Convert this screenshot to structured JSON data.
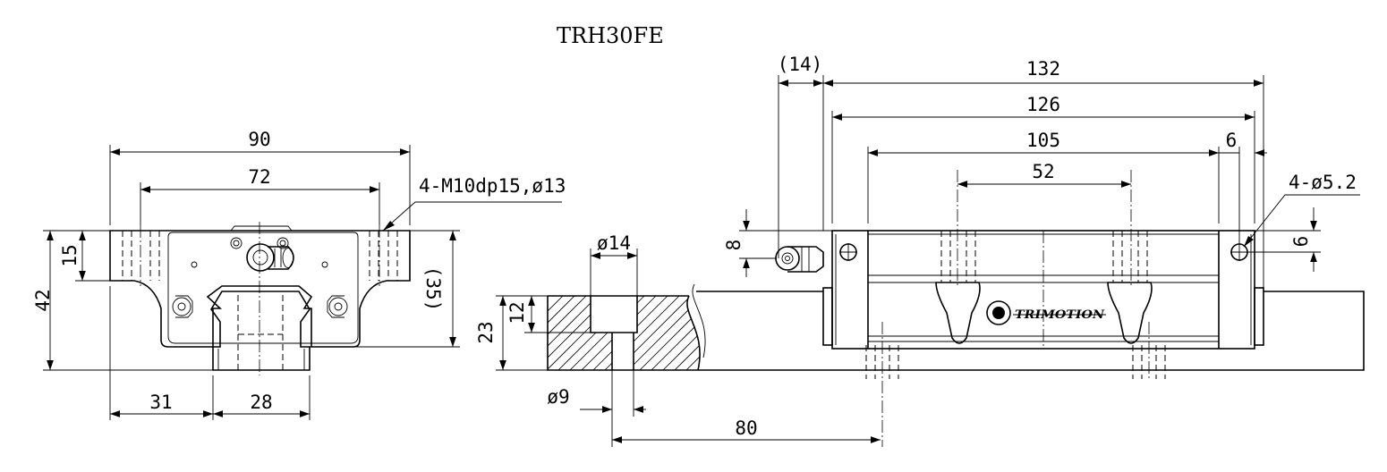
{
  "title": "TRH30FE",
  "brand_logo_text": "TRIMOTION",
  "front_view": {
    "width_total": "90",
    "mount_pitch": "72",
    "tap_note": "4-M10dp15,ø13",
    "height_total": "42",
    "flange_thickness": "15",
    "rail_top_height": "(35)",
    "side_offset": "31",
    "rail_width": "28"
  },
  "rail_section": {
    "counterbore_dia": "ø14",
    "hole_dia": "ø9",
    "rail_height": "23",
    "counterbore_depth": "12"
  },
  "side_view": {
    "nipple_length": "(14)",
    "block_length": "132",
    "body_length": "126",
    "steel_length": "105",
    "hole_pitch": "52",
    "end_offset": "6",
    "end_hole_note": "4-ø5.2",
    "end_hole_height": "6",
    "nipple_height": "8",
    "rail_pitch": "80"
  }
}
